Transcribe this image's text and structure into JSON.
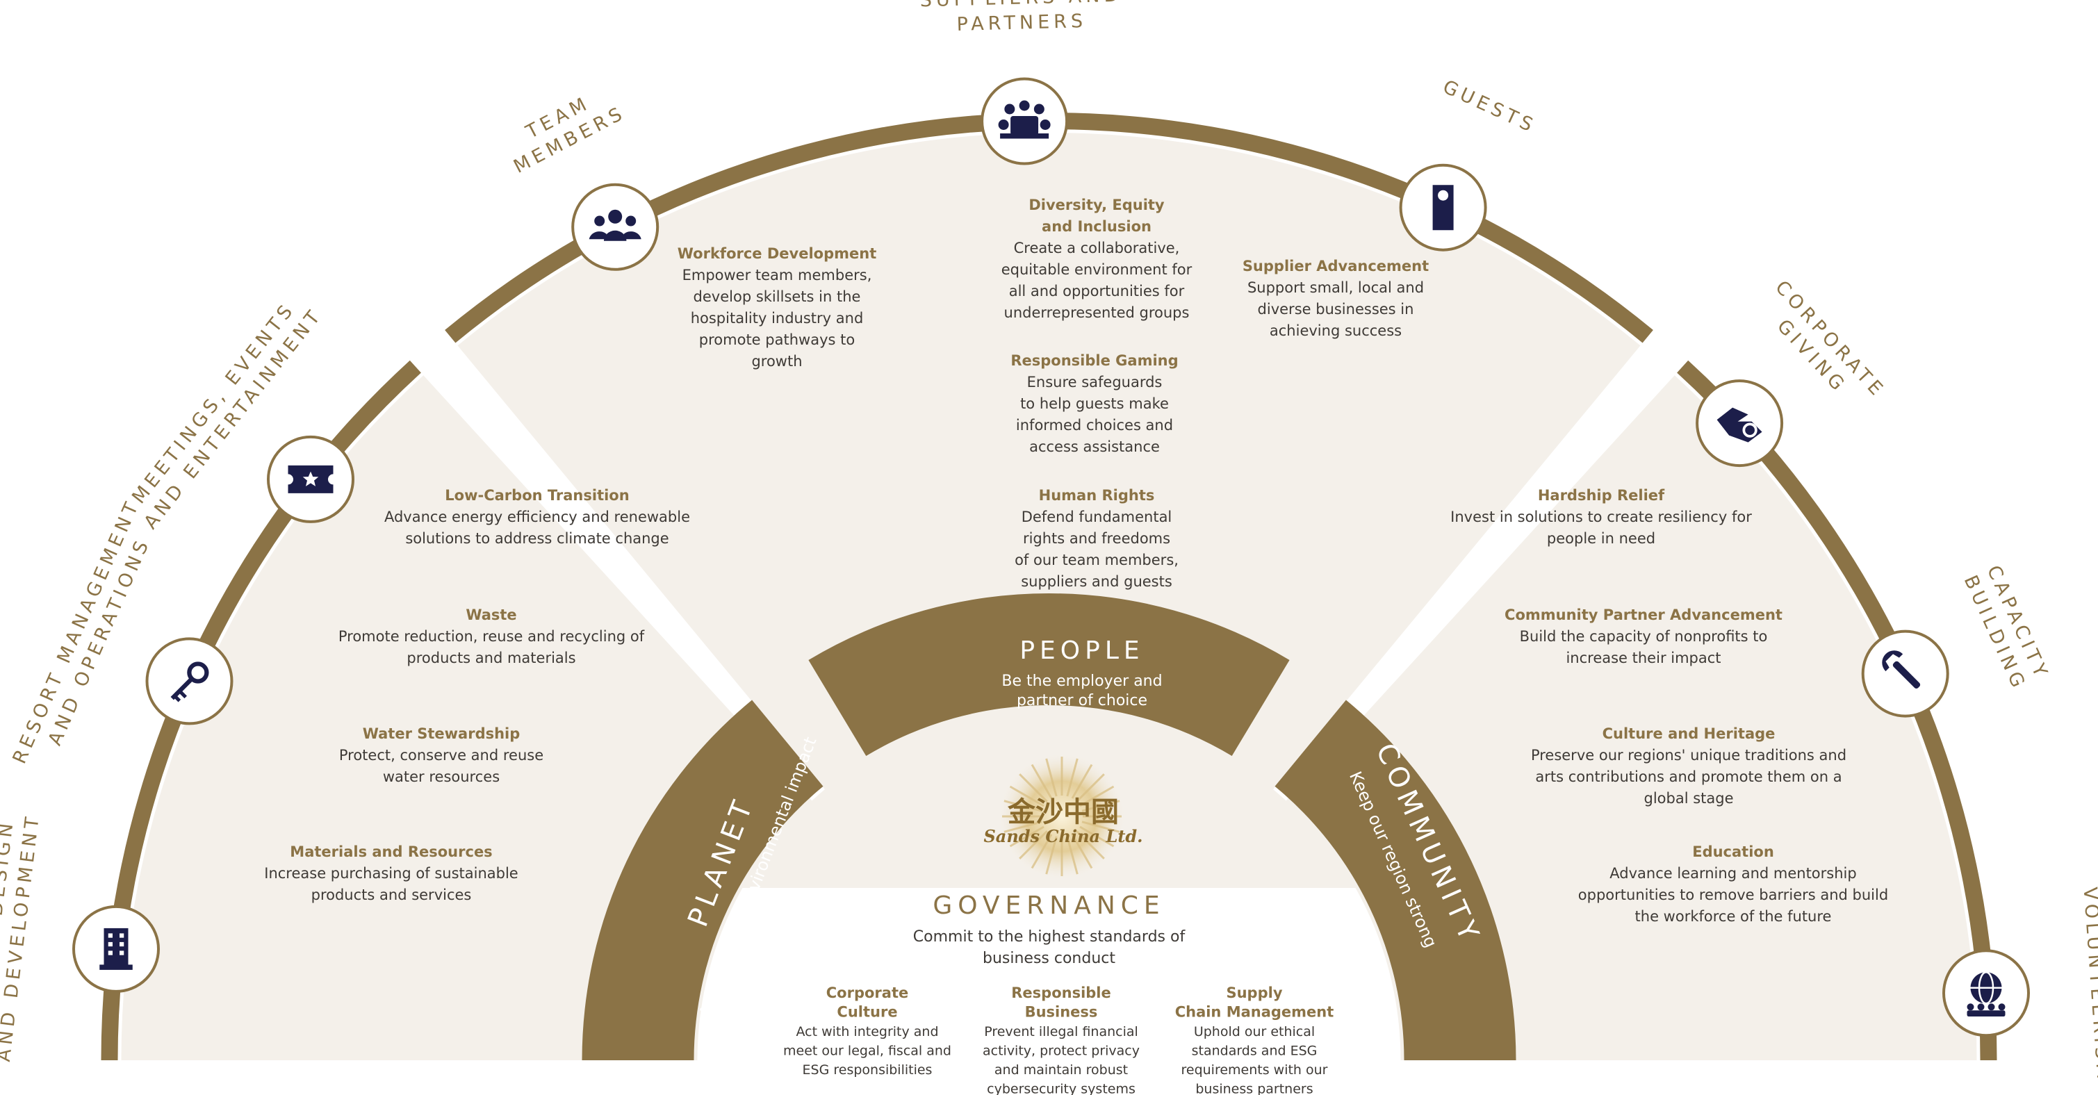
{
  "colors": {
    "gold": "#8b7346",
    "cream": "#f4f0ea",
    "navy": "#1c1e4a",
    "text": "#3e3a36"
  },
  "stakeholders": [
    {
      "icon": "building-icon",
      "lines": [
        "BUILDING DESIGN",
        "AND DEVELOPMENT"
      ]
    },
    {
      "icon": "key-icon",
      "lines": [
        "RESORT MANAGEMENT",
        "AND OPERATIONS"
      ]
    },
    {
      "icon": "ticket-icon",
      "lines": [
        "MEETINGS, EVENTS",
        "AND ENTERTAINMENT"
      ]
    },
    {
      "icon": "team-icon",
      "lines": [
        "TEAM",
        "MEMBERS"
      ]
    },
    {
      "icon": "meeting-table-icon",
      "lines": [
        "SUPPLIERS AND",
        "PARTNERS"
      ]
    },
    {
      "icon": "door-hanger-icon",
      "lines": [
        "GUESTS"
      ]
    },
    {
      "icon": "giving-hand-icon",
      "lines": [
        "CORPORATE",
        "GIVING"
      ]
    },
    {
      "icon": "wrench-icon",
      "lines": [
        "CAPACITY",
        "BUILDING"
      ]
    },
    {
      "icon": "globe-people-icon",
      "lines": [
        "VOLUNTEERISM"
      ]
    }
  ],
  "planet": {
    "title": "PLANET",
    "subtitle": "Minimize our environmental impact",
    "items": [
      {
        "title": [
          "Low-Carbon Transition"
        ],
        "body": [
          "Advance energy efficiency and renewable",
          "solutions to address climate change"
        ]
      },
      {
        "title": [
          "Waste"
        ],
        "body": [
          "Promote reduction, reuse and recycling of",
          "products and materials"
        ]
      },
      {
        "title": [
          "Water Stewardship"
        ],
        "body": [
          "Protect, conserve and reuse",
          "water resources"
        ]
      },
      {
        "title": [
          "Materials and Resources"
        ],
        "body": [
          "Increase purchasing of sustainable",
          "products and services"
        ]
      }
    ]
  },
  "people": {
    "title": "PEOPLE",
    "subtitle": [
      "Be the employer and",
      "partner of choice"
    ],
    "items": [
      {
        "title": [
          "Workforce Development"
        ],
        "body": [
          "Empower team members,",
          "develop skillsets in the",
          "hospitality industry and",
          "promote pathways to",
          "growth"
        ]
      },
      {
        "title": [
          "Diversity, Equity",
          "and Inclusion"
        ],
        "body": [
          "Create a collaborative,",
          "equitable environment for",
          "all and opportunities for",
          "underrepresented groups"
        ]
      },
      {
        "title": [
          "Supplier Advancement"
        ],
        "body": [
          "Support small, local and",
          "diverse businesses in",
          "achieving success"
        ]
      },
      {
        "title": [
          "Responsible Gaming"
        ],
        "body": [
          "Ensure safeguards",
          "to help guests make",
          "informed choices and",
          "access assistance"
        ]
      },
      {
        "title": [
          "Human Rights"
        ],
        "body": [
          "Defend fundamental",
          "rights and freedoms",
          "of our team members,",
          "suppliers and guests"
        ]
      }
    ]
  },
  "community": {
    "title": "COMMUNITY",
    "subtitle": "Keep our region strong",
    "items": [
      {
        "title": [
          "Hardship Relief"
        ],
        "body": [
          "Invest in solutions to create resiliency for",
          "people in need"
        ]
      },
      {
        "title": [
          "Community Partner Advancement"
        ],
        "body": [
          "Build the capacity of nonprofits to",
          "increase their impact"
        ]
      },
      {
        "title": [
          "Culture and Heritage"
        ],
        "body": [
          "Preserve our regions' unique traditions and",
          "arts contributions and promote them on a",
          "global stage"
        ]
      },
      {
        "title": [
          "Education"
        ],
        "body": [
          "Advance learning and mentorship",
          "opportunities to remove barriers and build",
          "the workforce of the future"
        ]
      }
    ]
  },
  "governance": {
    "title": "GOVERNANCE",
    "subtitle": [
      "Commit to the highest standards of",
      "business conduct"
    ],
    "items": [
      {
        "title": [
          "Corporate",
          "Culture"
        ],
        "body": [
          "Act with integrity and",
          "meet our legal, fiscal and",
          "ESG responsibilities"
        ]
      },
      {
        "title": [
          "Responsible",
          "Business"
        ],
        "body": [
          "Prevent illegal financial",
          "activity, protect privacy",
          "and maintain robust",
          "cybersecurity systems"
        ]
      },
      {
        "title": [
          "Supply",
          "Chain Management"
        ],
        "body": [
          "Uphold our ethical",
          "standards and ESG",
          "requirements with our",
          "business partners"
        ]
      }
    ]
  },
  "logo": {
    "chinese": "金沙中國",
    "english": "Sands China Ltd."
  }
}
